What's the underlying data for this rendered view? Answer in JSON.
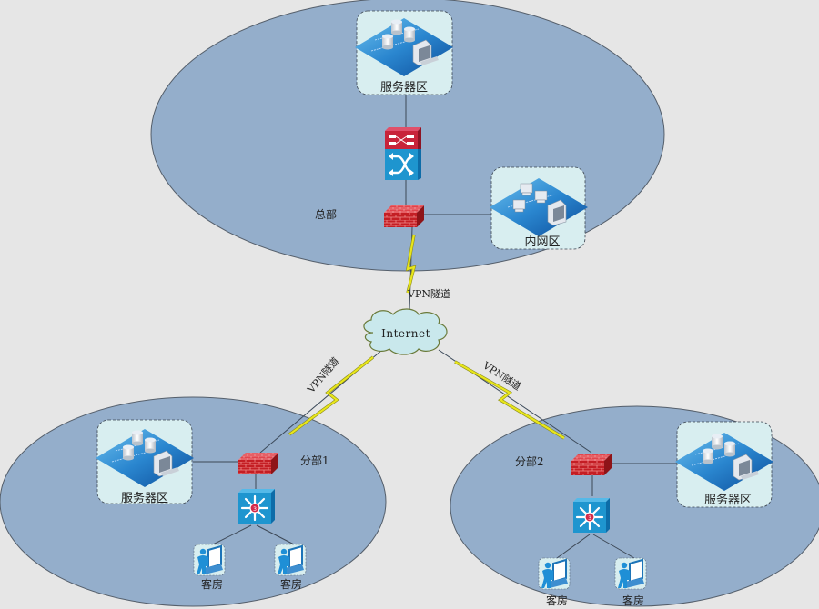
{
  "title": "VPN network topology",
  "colors": {
    "background": "#e6e6e6",
    "zone_fill": "#94aecb",
    "zone_stroke": "#555f6b",
    "tile_fill": "#d8eef0",
    "vpn_bolt": "#e8e61c",
    "firewall": "#c8202a",
    "switch": "#1e95cf",
    "router_top": "#c8243a",
    "cloud_fill": "#c9e8ec"
  },
  "zones": {
    "hq": {
      "label": "总部"
    },
    "branch1": {
      "label": "分部1"
    },
    "branch2": {
      "label": "分部2"
    }
  },
  "nodes": {
    "hq_server": {
      "label": "服务器区",
      "icon": "server-farm-icon"
    },
    "hq_intranet": {
      "label": "内网区",
      "icon": "workstations-icon"
    },
    "hq_router_switch": {
      "icon": "core-switch-icon"
    },
    "hq_firewall": {
      "icon": "firewall-icon"
    },
    "internet": {
      "label": "Internet",
      "icon": "cloud-icon"
    },
    "b1_server": {
      "label": "服务器区",
      "icon": "server-farm-icon"
    },
    "b1_firewall": {
      "icon": "firewall-icon"
    },
    "b1_switch": {
      "icon": "l3-switch-icon"
    },
    "b1_client1": {
      "label": "客房",
      "icon": "laptop-user-icon"
    },
    "b1_client2": {
      "label": "客房",
      "icon": "laptop-user-icon"
    },
    "b2_server": {
      "label": "服务器区",
      "icon": "server-farm-icon"
    },
    "b2_firewall": {
      "icon": "firewall-icon"
    },
    "b2_switch": {
      "icon": "l3-switch-icon"
    },
    "b2_client1": {
      "label": "客房",
      "icon": "laptop-user-icon"
    },
    "b2_client2": {
      "label": "客房",
      "icon": "laptop-user-icon"
    }
  },
  "links": {
    "vpn_hq": "VPN隧道",
    "vpn_b1": "VPN隧道",
    "vpn_b2": "VPN隧道"
  }
}
